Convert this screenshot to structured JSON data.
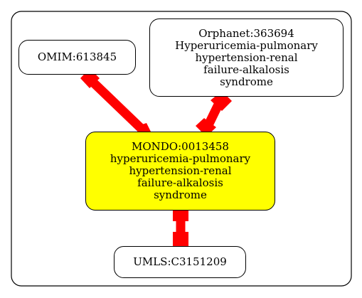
{
  "nodes": {
    "omim": {
      "label": "OMIM:613845"
    },
    "orphanet": {
      "label": "Orphanet:363694\nHyperuricemia-pulmonary\nhypertension-renal\nfailure-alkalosis\nsyndrome"
    },
    "mondo": {
      "label": "MONDO:0013458\nhyperuricemia-pulmonary\nhypertension-renal\nfailure-alkalosis\nsyndrome"
    },
    "umls": {
      "label": "UMLS:C3151209"
    }
  },
  "edges": [
    {
      "from": "omim",
      "to": "mondo"
    },
    {
      "from": "orphanet",
      "to": "mondo"
    },
    {
      "from": "mondo",
      "to": "umls"
    }
  ],
  "colors": {
    "edge": "#ff0000",
    "highlight_node": "#ffff00",
    "border": "#000000"
  }
}
